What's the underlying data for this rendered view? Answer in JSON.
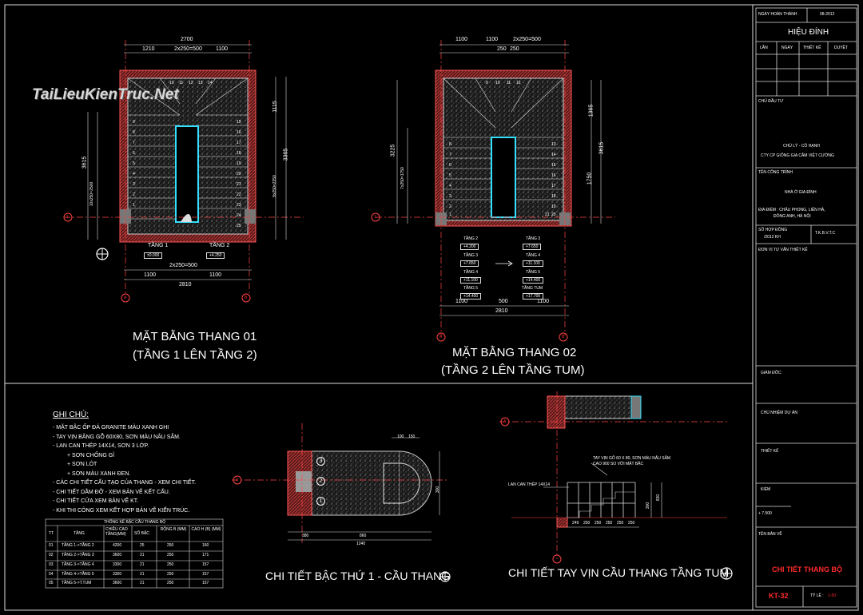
{
  "watermark": "TaiLieuKienTruc.Net",
  "plan1": {
    "title": "MẶT BẰNG THANG 01",
    "subtitle": "(TẦNG 1 LÊN TẦNG 2)",
    "dims_top": [
      "2700",
      "1210",
      "2x250=500",
      "1100"
    ],
    "dims_bottom": [
      "2x250=500",
      "1100",
      "1100",
      "2810"
    ],
    "dims_left": [
      "3615",
      "10x250=2500"
    ],
    "dims_right": [
      "1115",
      "3365",
      "9x250=2250"
    ],
    "step_numbers": [
      "10",
      "11",
      "12",
      "13",
      "14"
    ],
    "side_numbers": [
      "9",
      "8",
      "7",
      "6",
      "5",
      "4",
      "3",
      "2",
      "1",
      "15",
      "16",
      "17",
      "18",
      "19",
      "20",
      "21",
      "22",
      "23",
      "24",
      "25"
    ],
    "grid_a": "A",
    "grid_b": "B",
    "grid_1": "1",
    "level_labels": [
      {
        "name": "TẦNG 1",
        "value": "±0.000"
      },
      {
        "name": "TẦNG 2",
        "value": "+4.250"
      }
    ]
  },
  "plan2": {
    "title": "MẶT BẰNG THANG 02",
    "subtitle": "(TẦNG 2 LÊN TẦNG TUM)",
    "dims_top": [
      "1100",
      "1100",
      "2x250=500",
      "250",
      "250"
    ],
    "dims_bottom": [
      "1100",
      "500",
      "1100",
      "2810"
    ],
    "dims_left": [
      "3225",
      "7x250=1750"
    ],
    "dims_right": [
      "1365",
      "3615",
      "1750"
    ],
    "step_numbers": [
      "9",
      "10",
      "11",
      "12"
    ],
    "side_numbers": [
      "8",
      "7",
      "6",
      "5",
      "4",
      "3",
      "2",
      "1",
      "13",
      "14",
      "15",
      "16",
      "17",
      "18",
      "19",
      "20",
      "21"
    ],
    "grid_a": "A",
    "grid_b": "B",
    "grid_1": "1",
    "level_labels": [
      {
        "name": "TẦNG 2",
        "value": "+4.200"
      },
      {
        "name": "TẦNG 3",
        "value": "+7.650"
      },
      {
        "name": "TẦNG 3",
        "value": "+7.650"
      },
      {
        "name": "TẦNG 4",
        "value": "+11.100"
      },
      {
        "name": "TẦNG 4",
        "value": "+11.100"
      },
      {
        "name": "TẦNG 5",
        "value": "+14.400"
      },
      {
        "name": "TẦNG 5",
        "value": "+14.400"
      },
      {
        "name": "TẦNG TUM",
        "value": "+17.700"
      }
    ]
  },
  "notes": {
    "heading": "GHI CHÚ:",
    "items": [
      "- MẶT BẬC ỐP ĐÁ GRANITE MÀU XANH GHI",
      "- TAY VỊN BẰNG GỖ 60X80, SƠN MÀU NÂU SẪM.",
      "- LAN CAN THÉP 14X14, SƠN 3 LỚP.",
      "+ SƠN CHỐNG GỈ",
      "+ SƠN LÓT",
      "+ SƠN MÀU XANH ĐEN.",
      "- CÁC CHI TIẾT CẤU TẠO CỦA THANG - XEM CHI TIẾT.",
      "- CHI TIẾT DẦM ĐỠ - XEM BẢN VẼ KẾT CẤU.",
      "- CHI TIẾT CỬA XEM BẢN VẼ KT.",
      "- KHI THI CÔNG XEM KẾT HỢP BẢN VẼ KIẾN TRÚC."
    ]
  },
  "stats_table": {
    "title": "THỐNG KÊ BẬC CẦU THANG BỘ",
    "headers": [
      "TT",
      "TẦNG",
      "CHIỀU CAO TẦNG(MM)",
      "SỐ BẬC",
      "RỘNG B (MM)",
      "CAO H (B) (MM)"
    ],
    "rows": [
      [
        "01",
        "TẦNG 1->TẦNG 2",
        "4200",
        "25",
        "250",
        "160"
      ],
      [
        "02",
        "TẦNG 2->TẦNG 3",
        "3600",
        "21",
        "250",
        "171"
      ],
      [
        "03",
        "TẦNG 3->TẦNG 4",
        "3300",
        "21",
        "250",
        "157"
      ],
      [
        "04",
        "TẦNG 4->TẦNG 5",
        "3300",
        "21",
        "250",
        "157"
      ],
      [
        "05",
        "TẦNG 5->T.TUM",
        "3600",
        "21",
        "250",
        "157"
      ]
    ]
  },
  "detail1": {
    "title": "CHI TIẾT BẬC THỨ 1 - CẦU THANG",
    "dims": [
      "100",
      "150",
      "380",
      "860",
      "1240",
      "300"
    ],
    "marks": [
      "1",
      "2",
      "3"
    ],
    "grid": "2"
  },
  "detail2": {
    "title": "CHI TIẾT TAY VỊN CẦU THANG TẦNG TUM",
    "callout1": "TAY VỊN GỖ 60 X 80, SƠN MÀU NÂU SẪM",
    "callout1b": "CAO 900 SO VỚI MẶT BẬC",
    "callout2": "LAN CAN THÉP 14X14",
    "dims": [
      "249",
      "250",
      "250",
      "250",
      "250",
      "250",
      "300",
      "830"
    ],
    "grid": "A"
  },
  "title_block": {
    "date_label": "NGÀY HOÀN THÀNH",
    "date_value": "08-2012",
    "revision_title": "HIỆU ĐÍNH",
    "revision_cols": [
      "LẦN",
      "NGÀY",
      "THIẾT KẾ",
      "DUYỆT"
    ],
    "owner_label": "CHỦ ĐẦU TƯ",
    "owner_name": "CHỦ LÝ - CÔ HẠNH",
    "owner_company": "CTY CP GIỐNG GIA CẦM VIỆT CƯỜNG",
    "project_label": "TÊN CÔNG TRÌNH",
    "project_name": "NHÀ Ở GIA ĐÌNH",
    "location": "ĐỊA ĐIỂM : CHÂU PHONG, LIÊN HÀ,",
    "location2": "ĐÔNG ANH, HÀ NỘI",
    "contract_label": "SỐ HỢP ĐỒNG",
    "contract_value": "/2012 KH",
    "contract_code": "T.K.B.V.T.C",
    "consultant_label": "ĐƠN VỊ TƯ VẤN THIẾT KẾ",
    "director_label": "GIÁM ĐỐC:",
    "pm_label": "CHỦ NHIỆM DỰ ÁN",
    "design_label": "THIẾT KẾ",
    "check_label": "KIỂM",
    "level_note": "+ 7.500",
    "drawing_label": "TÊN BẢN VẼ",
    "drawing_name": "CHI TIẾT THANG BỘ",
    "sheet_no": "KT-32",
    "scale_label": "TỶ LỆ :",
    "scale_value": "1-50"
  }
}
